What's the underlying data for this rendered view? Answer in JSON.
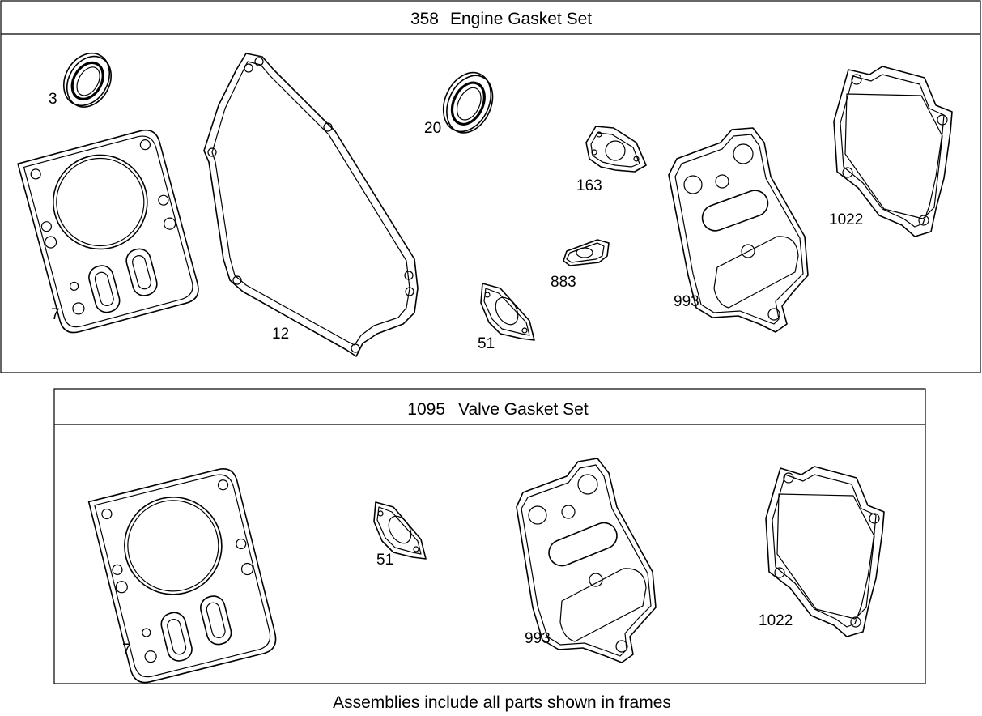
{
  "engine_set": {
    "number": "358",
    "title": "Engine Gasket Set",
    "parts": [
      {
        "id": "3"
      },
      {
        "id": "20"
      },
      {
        "id": "7"
      },
      {
        "id": "12"
      },
      {
        "id": "163"
      },
      {
        "id": "883"
      },
      {
        "id": "51"
      },
      {
        "id": "993"
      },
      {
        "id": "1022"
      }
    ]
  },
  "valve_set": {
    "number": "1095",
    "title": "Valve Gasket Set",
    "parts": [
      {
        "id": "7"
      },
      {
        "id": "51"
      },
      {
        "id": "993"
      },
      {
        "id": "1022"
      }
    ]
  },
  "footnote": "Assemblies include all parts shown in frames"
}
